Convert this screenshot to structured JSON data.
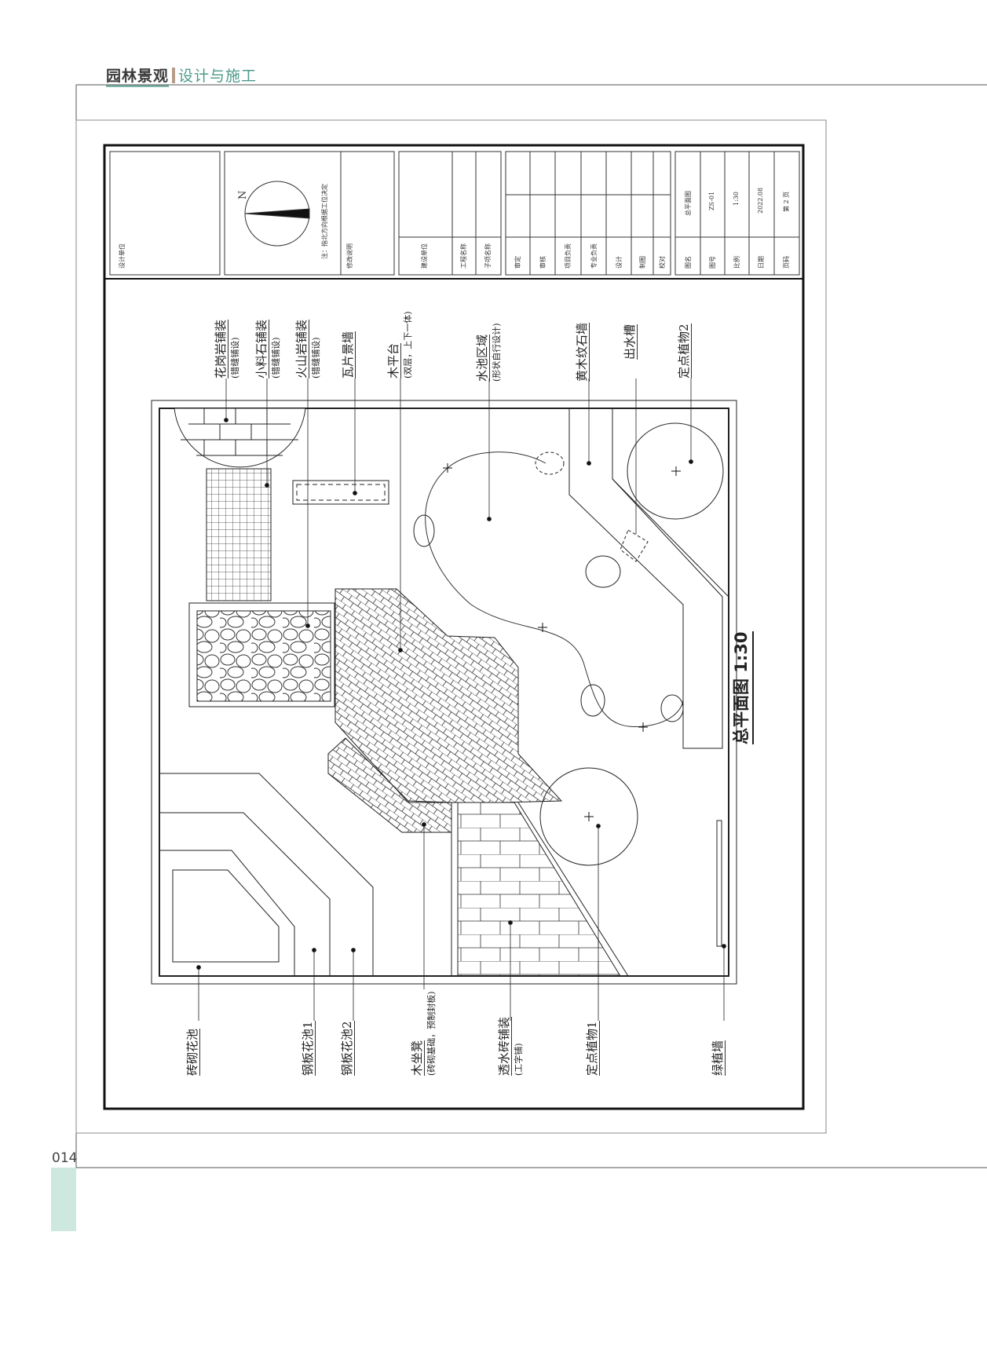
{
  "header": {
    "book_title": "园林景观",
    "section": "设计与施工"
  },
  "page_number": "014",
  "drawing": {
    "title": "总平面图 1:30",
    "north": "N",
    "north_note": "注：指北方向根据工位决定",
    "top_labels": [
      {
        "main": "花岗岩铺装",
        "sub": "(错缝铺设)"
      },
      {
        "main": "小料石铺装",
        "sub": "(错缝铺设)"
      },
      {
        "main": "火山岩铺装",
        "sub": "(错缝铺设)"
      },
      {
        "main": "瓦片景墙",
        "sub": ""
      },
      {
        "main": "木平台",
        "sub": "(双层，上下一体)"
      },
      {
        "main": "水池区域",
        "sub": "(形状自行设计)"
      },
      {
        "main": "黄木纹石墙",
        "sub": ""
      },
      {
        "main": "出水槽",
        "sub": ""
      },
      {
        "main": "定点植物2",
        "sub": ""
      }
    ],
    "bottom_labels": [
      {
        "main": "砖砌花池",
        "sub": ""
      },
      {
        "main": "钢板花池1",
        "sub": ""
      },
      {
        "main": "钢板花池2",
        "sub": ""
      },
      {
        "main": "木坐凳",
        "sub": "(砖砌基础，预制封板)"
      },
      {
        "main": "透水砖铺装",
        "sub": "(工字铺)"
      },
      {
        "main": "定点植物1",
        "sub": ""
      },
      {
        "main": "绿植墙",
        "sub": ""
      }
    ]
  },
  "title_block": {
    "design_unit": "设计单位",
    "revision": "修改说明",
    "client": "建设单位",
    "project_name": "工程名称",
    "sub_item": "子项名称",
    "roles": [
      "审定",
      "审核",
      "项目负责",
      "专业负责",
      "设计",
      "制图",
      "校对"
    ],
    "fields": [
      {
        "label": "图名",
        "value": "总平面图"
      },
      {
        "label": "图号",
        "value": "ZS-01"
      },
      {
        "label": "比例",
        "value": "1:30"
      },
      {
        "label": "日期",
        "value": "2022.08"
      },
      {
        "label": "页码",
        "value": "第 2 页"
      }
    ]
  }
}
